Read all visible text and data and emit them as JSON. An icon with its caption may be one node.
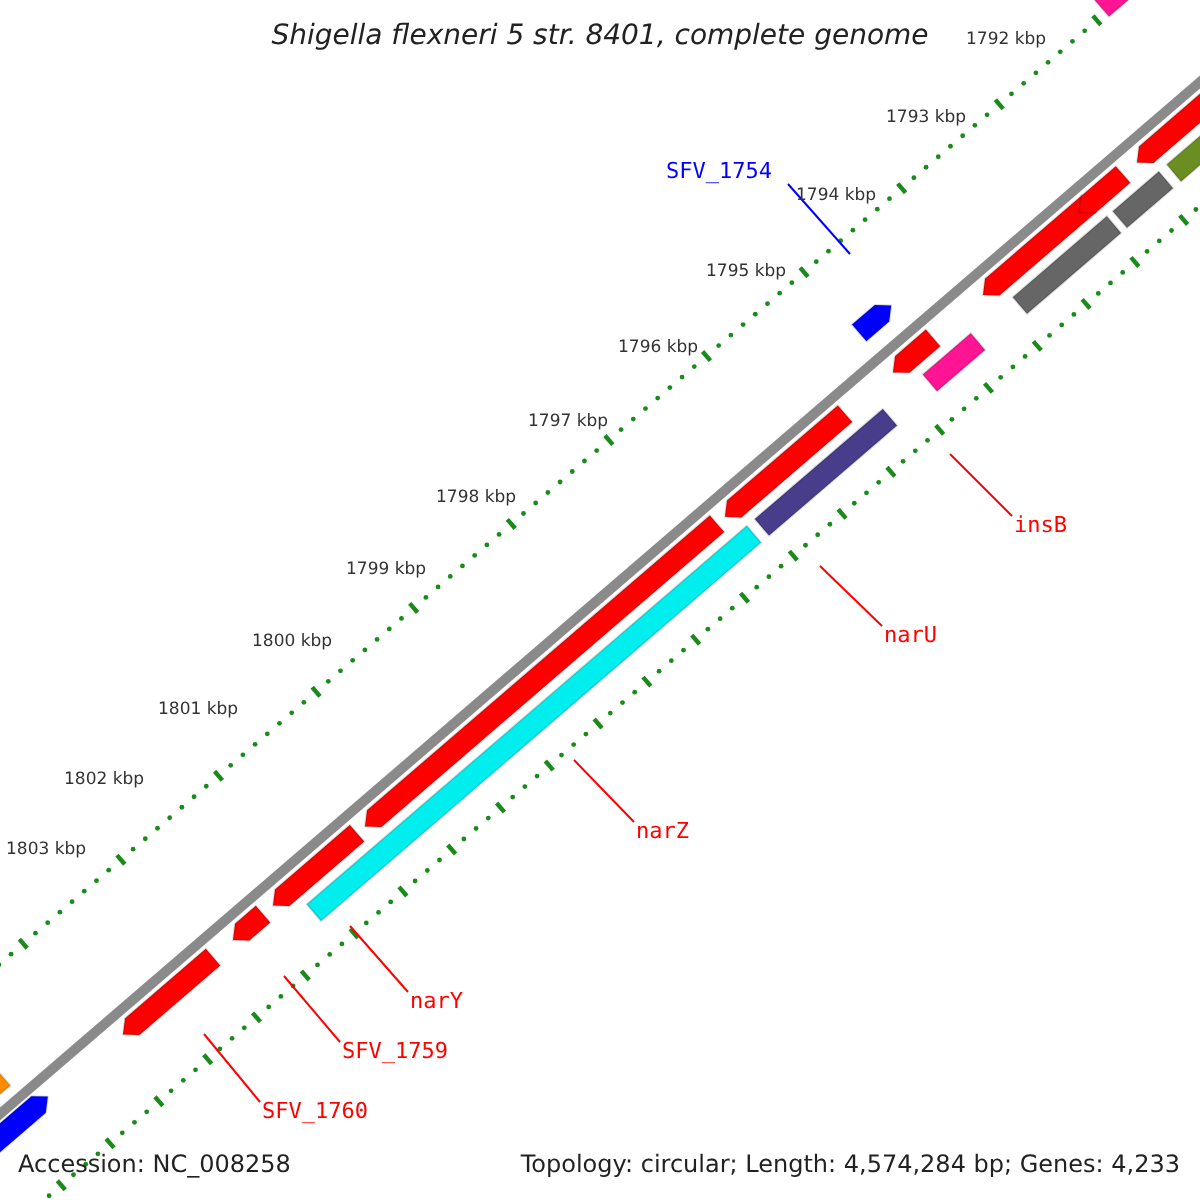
{
  "diagram": {
    "title": "Shigella flexneri 5 str. 8401, complete genome",
    "nodes": [
      {
        "text": [
          "SFV_1754"
        ]
      },
      {
        "text": [
          "insB"
        ]
      },
      {
        "text": [
          "narU"
        ]
      },
      {
        "text": [
          "narZ"
        ]
      },
      {
        "text": [
          "narY"
        ]
      },
      {
        "text": [
          "SFV_1759"
        ]
      },
      {
        "text": [
          "SFV_1760"
        ]
      }
    ],
    "edges": [
      {
        "from": 0,
        "to": null,
        "arrow": "none",
        "color": "#0000ff"
      },
      {
        "from": 1,
        "to": null,
        "arrow": "none"
      },
      {
        "from": 2,
        "to": null,
        "arrow": "none"
      },
      {
        "from": 3,
        "to": null,
        "arrow": "none"
      },
      {
        "from": 4,
        "to": null,
        "arrow": "none"
      },
      {
        "from": 5,
        "to": null,
        "arrow": "none"
      },
      {
        "from": 6,
        "to": null,
        "arrow": "none"
      }
    ],
    "labels": [
      "1792 kbp",
      "1793 kbp",
      "1794 kbp",
      "1795 kbp",
      "1796 kbp",
      "1797 kbp",
      "1798 kbp",
      "1799 kbp",
      "1800 kbp",
      "1801 kbp",
      "1802 kbp",
      "1803 kbp",
      "Accession: NC_008258",
      "Topology: circular; Length: 4,574,284 bp; Genes: 4,233"
    ]
  }
}
